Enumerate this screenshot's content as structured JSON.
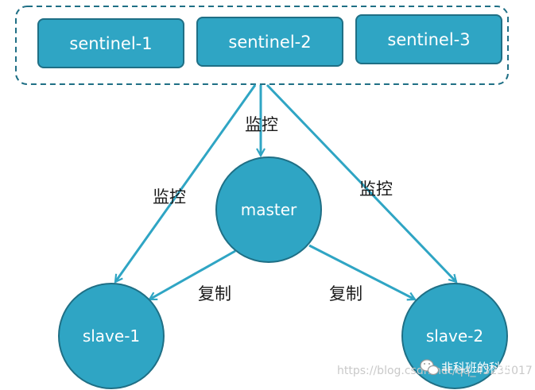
{
  "colors": {
    "node_fill": "#2fa5c4",
    "node_stroke": "#1f6f85",
    "edge": "#2fa5c4",
    "group_border": "#1f6f85"
  },
  "sentinels": [
    "sentinel-1",
    "sentinel-2",
    "sentinel-3"
  ],
  "nodes": {
    "master": "master",
    "slave1": "slave-1",
    "slave2": "slave-2"
  },
  "edges": {
    "monitor_center": "监控",
    "monitor_left": "监控",
    "monitor_right": "监控",
    "replicate_left": "复制",
    "replicate_right": "复制"
  },
  "watermark": {
    "url": "https://blog.csdn.net/qq_43235017",
    "brand": "非科班的科班",
    "icon": "wechat-icon"
  }
}
